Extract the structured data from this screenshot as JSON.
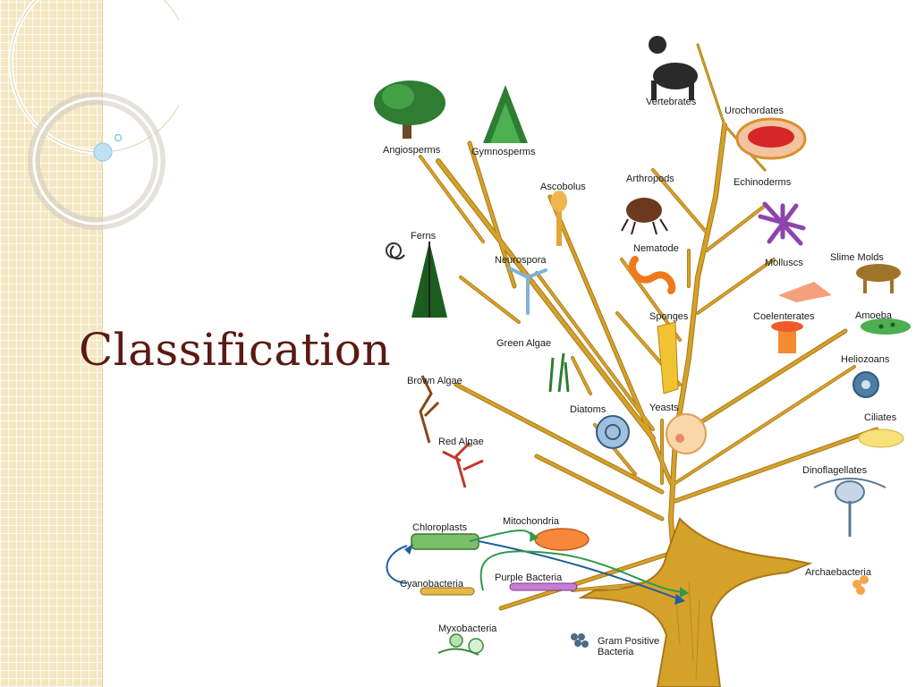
{
  "slide": {
    "title": "Classification"
  },
  "tree": {
    "labels": {
      "vertebrates": "Vertebrates",
      "urochordates": "Urochordates",
      "angiosperms": "Angiosperms",
      "gymnosperms": "Gymnosperms",
      "ascobolus": "Ascobolus",
      "arthropods": "Arthropods",
      "echinoderms": "Echinoderms",
      "ferns": "Ferns",
      "neurospora": "Neurospora",
      "nematode": "Nematode",
      "molluscs": "Molluscs",
      "slime_molds": "Slime Molds",
      "sponges": "Sponges",
      "coelenterates": "Coelenterates",
      "amoeba": "Amoeba",
      "green_algae": "Green Algae",
      "heliozoans": "Heliozoans",
      "brown_algae": "Brown Algae",
      "diatoms": "Diatoms",
      "yeasts": "Yeasts",
      "ciliates": "Ciliates",
      "red_algae": "Red Algae",
      "dinoflagellates": "Dinoflagellates",
      "chloroplasts": "Chloroplasts",
      "mitochondria": "Mitochondria",
      "archaebacteria": "Archaebacteria",
      "cyanobacteria": "Cyanobacteria",
      "purple_bacteria": "Purple Bacteria",
      "myxobacteria": "Myxobacteria",
      "gram_positive_1": "Gram Positive",
      "gram_positive_2": "Bacteria"
    }
  },
  "colors": {
    "title": "#5a1a12",
    "trunk": "#d4a228",
    "trunk_edge": "#a9781a",
    "arrow_blue": "#1f5fa0",
    "arrow_green": "#2e9a4a"
  }
}
